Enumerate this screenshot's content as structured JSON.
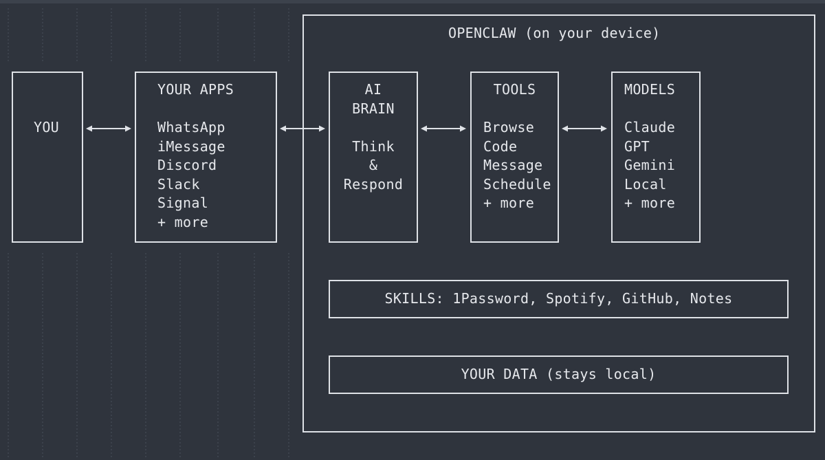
{
  "diagram": {
    "you": {
      "label": "YOU"
    },
    "apps": {
      "title": "YOUR APPS",
      "items": [
        "WhatsApp",
        "iMessage",
        "Discord",
        "Slack",
        "Signal",
        "+ more"
      ]
    },
    "openclaw": {
      "title": "OPENCLAW (on your device)"
    },
    "brain": {
      "title_lines": [
        "AI",
        "BRAIN"
      ],
      "body_lines": [
        "Think",
        "&",
        "Respond"
      ]
    },
    "tools": {
      "title": "TOOLS",
      "items": [
        "Browse",
        "Code",
        "Message",
        "Schedule",
        "+ more"
      ]
    },
    "models": {
      "title": "MODELS",
      "items": [
        "Claude",
        "GPT",
        "Gemini",
        "Local",
        "+ more"
      ]
    },
    "skills": {
      "label": "SKILLS: 1Password, Spotify, GitHub, Notes"
    },
    "data": {
      "label": "YOUR DATA (stays local)"
    }
  }
}
